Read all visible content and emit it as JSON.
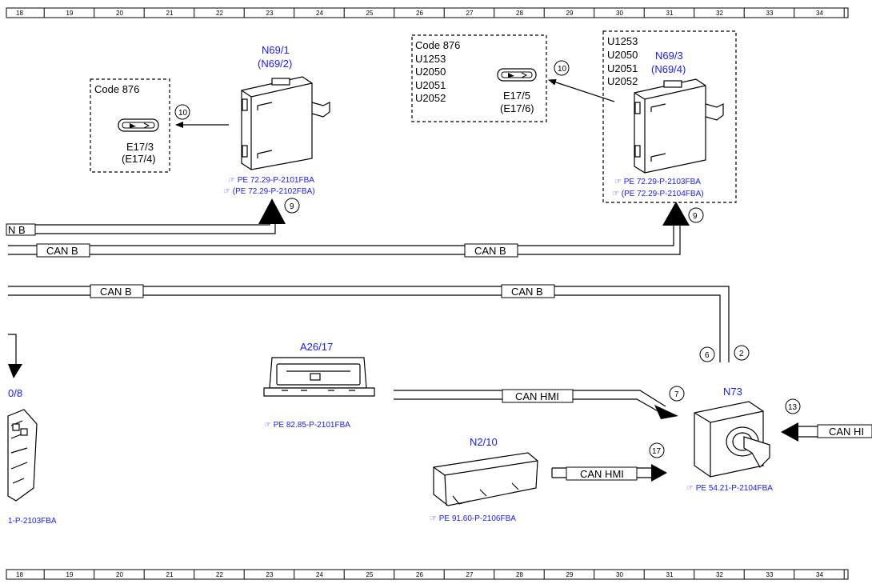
{
  "ruler": {
    "numbers": [
      "18",
      "19",
      "20",
      "21",
      "22",
      "23",
      "24",
      "25",
      "26",
      "27",
      "28",
      "29",
      "30",
      "31",
      "32",
      "33",
      "34"
    ]
  },
  "components": {
    "n69_1": {
      "label": "N69/1",
      "alt": "(N69/2)",
      "refs": [
        "PE 72.29-P-2101FBA",
        "(PE 72.29-P-2102FBA)"
      ]
    },
    "n69_3": {
      "label": "N69/3",
      "alt": "(N69/4)",
      "refs": [
        "PE 72.29-P-2103FBA",
        "(PE 72.29-P-2104FBA)"
      ],
      "codes": [
        "U1253",
        "U2050",
        "U2051",
        "U2052"
      ]
    },
    "e17_3": {
      "code": "Code 876",
      "label": "E17/3",
      "alt": "(E17/4)"
    },
    "e17_5": {
      "codes": [
        "Code 876",
        "U1253",
        "U2050",
        "U2051",
        "U2052"
      ],
      "label": "E17/5",
      "alt": "(E17/6)"
    },
    "a26_17": {
      "label": "A26/17",
      "ref": "PE 82.85-P-2101FBA"
    },
    "n2_10": {
      "label": "N2/10",
      "ref": "PE 91.60-P-2106FBA"
    },
    "n73": {
      "label": "N73",
      "ref": "PE 54.21-P-2104FBA"
    },
    "left_partial": {
      "label": "0/8",
      "ref": "1-P-2103FBA"
    }
  },
  "buses": {
    "can_b_partial": "N B",
    "can_b": "CAN B",
    "can_hmi": "CAN HMI",
    "can_hmi_partial": "CAN HI"
  },
  "callouts": [
    "10",
    "10",
    "9",
    "9",
    "6",
    "2",
    "7",
    "13",
    "17"
  ]
}
